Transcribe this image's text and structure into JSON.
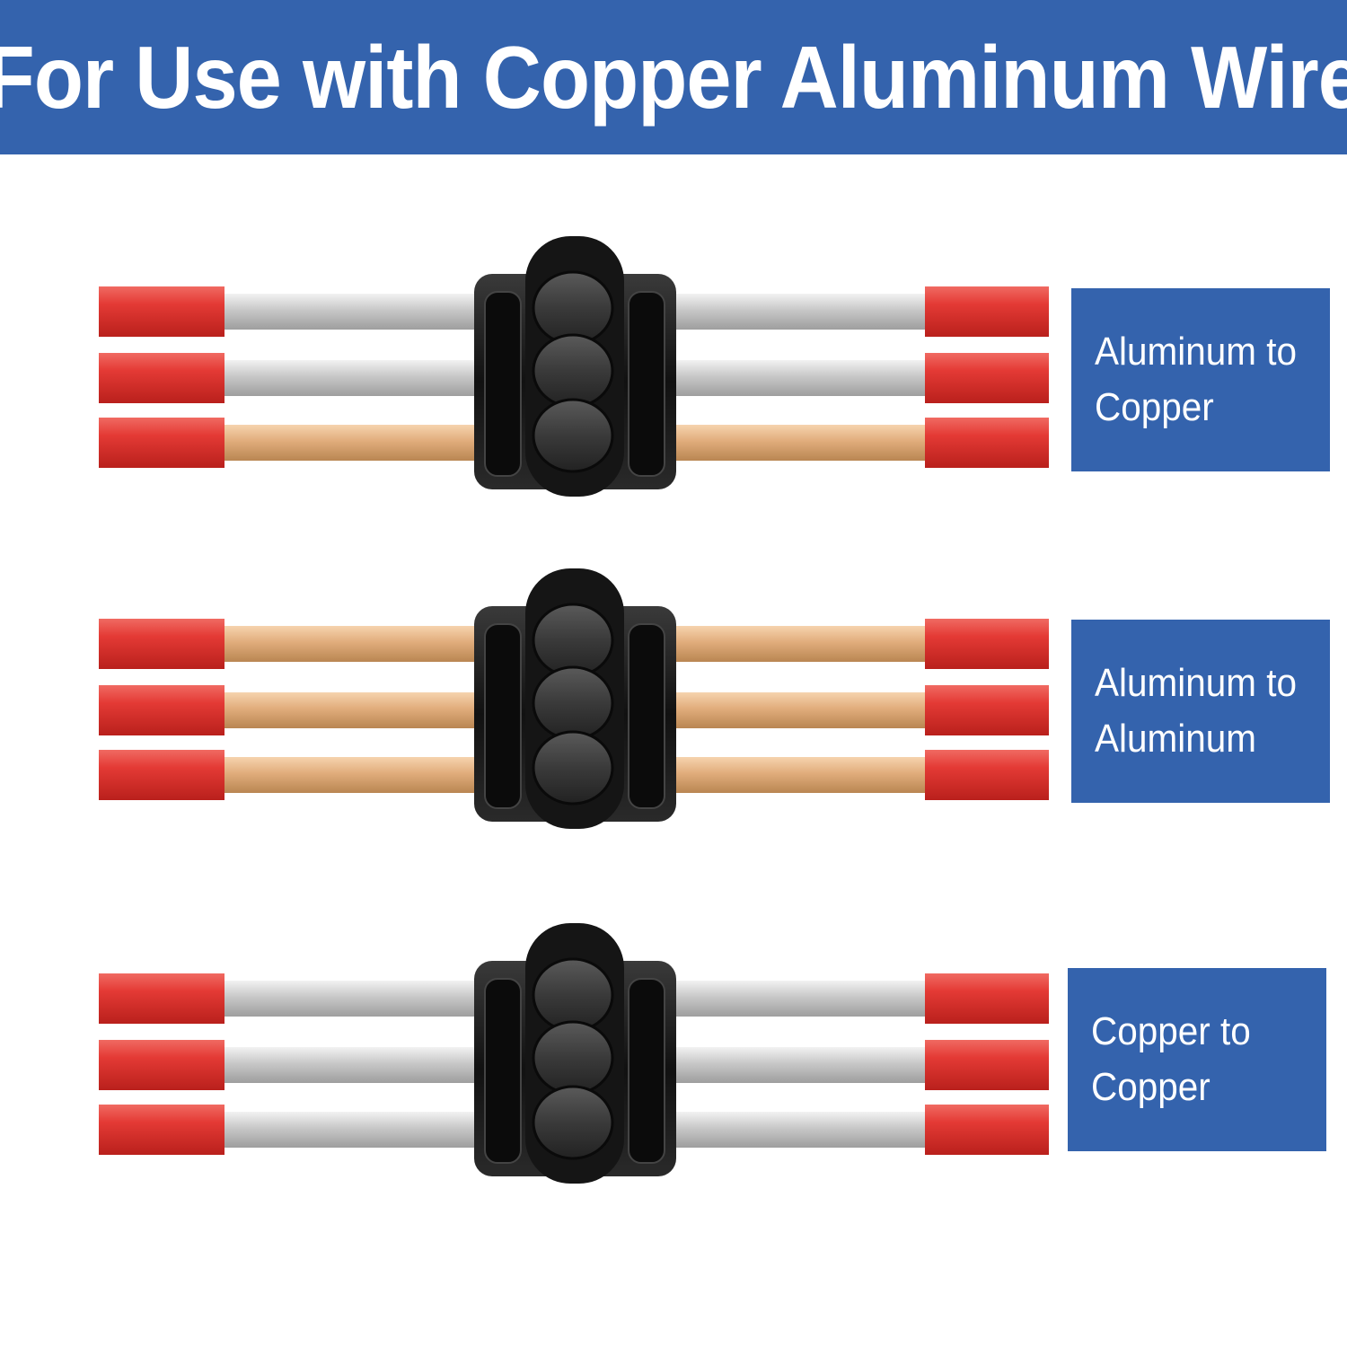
{
  "header": {
    "title": "For Use with Copper Aluminum Wire"
  },
  "colors": {
    "banner": "#3463ad",
    "label_bg": "#3463ad",
    "ferrule": "#e43a35",
    "aluminum_wire": "#c9c9c9",
    "copper_wire": "#e8b98a",
    "connector": "#1a1a1a"
  },
  "rows": [
    {
      "label_line1": "Aluminum to",
      "label_line2": "Copper",
      "wires": [
        "aluminum",
        "aluminum",
        "copper"
      ]
    },
    {
      "label_line1": "Aluminum to",
      "label_line2": "Aluminum",
      "wires": [
        "copper",
        "copper",
        "copper"
      ]
    },
    {
      "label_line1": "Copper to",
      "label_line2": "Copper",
      "wires": [
        "aluminum",
        "aluminum",
        "aluminum"
      ]
    }
  ]
}
